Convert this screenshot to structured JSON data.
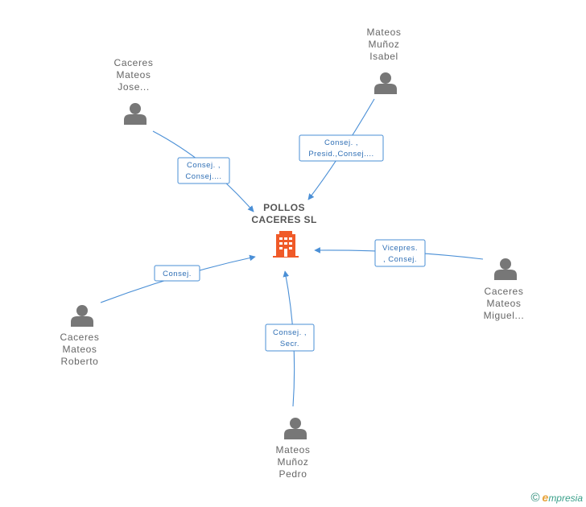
{
  "center": {
    "name_lines": [
      "POLLOS",
      "CACERES SL"
    ],
    "color": "#f05a28"
  },
  "people": [
    {
      "id": "caceres-mateos-jose",
      "name_lines": [
        "Caceres",
        "Mateos",
        "Jose..."
      ]
    },
    {
      "id": "mateos-munoz-isabel",
      "name_lines": [
        "Mateos",
        "Muñoz",
        "Isabel"
      ]
    },
    {
      "id": "caceres-mateos-miguel",
      "name_lines": [
        "Caceres",
        "Mateos",
        "Miguel..."
      ]
    },
    {
      "id": "caceres-mateos-roberto",
      "name_lines": [
        "Caceres",
        "Mateos",
        "Roberto"
      ]
    },
    {
      "id": "mateos-munoz-pedro",
      "name_lines": [
        "Mateos",
        "Muñoz",
        "Pedro"
      ]
    }
  ],
  "relations": [
    {
      "from": "caceres-mateos-jose",
      "label_lines": [
        "Consej. ,",
        "Consej...."
      ]
    },
    {
      "from": "mateos-munoz-isabel",
      "label_lines": [
        "Consej. ,",
        "Presid.,Consej...."
      ]
    },
    {
      "from": "caceres-mateos-miguel",
      "label_lines": [
        "Vicepres.",
        ", Consej."
      ]
    },
    {
      "from": "caceres-mateos-roberto",
      "label_lines": [
        "Consej."
      ]
    },
    {
      "from": "mateos-munoz-pedro",
      "label_lines": [
        "Consej. ,",
        "Secr."
      ]
    }
  ],
  "brand": {
    "copyright_symbol": "©",
    "logo_initial": "e",
    "logo_rest": "mpresia"
  },
  "colors": {
    "edge": "#4a8fd6",
    "label_text": "#2f6fb5",
    "person_icon": "#777777",
    "name_text": "#666666"
  }
}
